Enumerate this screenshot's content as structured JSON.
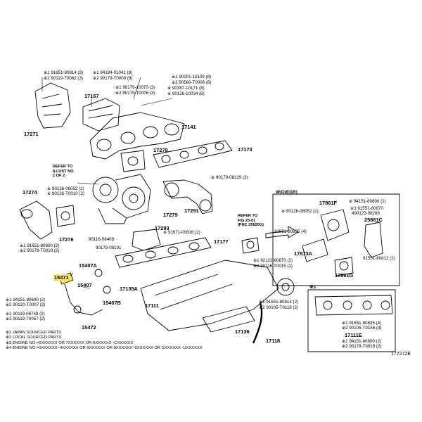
{
  "diagram": {
    "code": "177272E",
    "ref_illust": [
      "REFER TO",
      "ILLUST NO.",
      "2 OF 2"
    ],
    "ref_fig": [
      "REFER TO",
      "FIG 25-01",
      "(PNC 25620G)"
    ],
    "variant_label": "W/O(EGR)",
    "inset_mark": "※3",
    "highlight_color": "#ffe84d"
  },
  "callouts": {
    "c1": "※1 91651-80814 (3)",
    "c2": "※2 90119-T0062 (3)",
    "c3": "※1 94184-01041 (8)",
    "c4": "※2 90179-T0009 (8)",
    "c5": "※1 90201-10109 (8)",
    "c6": "※2 90560-T0006 (8)",
    "c7": "※1 90179-10070 (3)",
    "c8": "※2 90179-T0006 (3)",
    "c9": "※ 90387-10171 (8)",
    "c10": "※ 90126-10034 (8)",
    "c11": "※ 90179-08229 (3)",
    "c12": "※ 90126-08052 (2)",
    "c13": "※ 90126-T0010 (2)",
    "c14": "※1 91651-80800 (2)",
    "c15": "※2 90178-T0019 (2)",
    "c16": "※ 91671-00816 (2)",
    "c17": "90116-08408",
    "c18": "90179-08101",
    "c19": "※ 94151-80800 (2)",
    "c20": "※3 91551-80870",
    "c21": "※ 90126-08052 (2)",
    "c22": "490125-08286",
    "c23": "91551-80835 (4)",
    "c24": "91551-80812 (2)",
    "c25": "※1 92122-80870 (2)",
    "c26": "※2 90116-T0015 (2)",
    "c27": "※1 91551-80814 (2)",
    "c28": "※2 90105-T0118 (2)",
    "c29": "※1 94151-80600 (2)",
    "c30": "※2 90120-T0007 (2)",
    "c31": "※1 90119-06748 (2)",
    "c32": "※2 90119-T0057 (2)",
    "c33": "※1 91551-80835 (4)",
    "c34": "※2 90105-T0156 (4)",
    "c35": "※1 94151-80800 (2)",
    "c36": "※2 90178-T0019 (2)"
  },
  "parts": {
    "p17167": "17167",
    "p17271": "17271",
    "p17141": "17141",
    "p17278": "17278",
    "p17173": "17173",
    "p17274": "17274",
    "p17276": "17276",
    "p17279": "17279",
    "p17291": "17291",
    "p17293": "17293",
    "p17177": "17177",
    "p15471": "15471",
    "p15407A": "15407A",
    "p15407": "15407",
    "p17135A": "17135A",
    "p15407B": "15407B",
    "p17111": "17111",
    "p15472": "15472",
    "p17136": "17136",
    "p17118": "17118",
    "p17861F": "17861F",
    "p25861C": "25861C",
    "p17873A": "17873A",
    "p17861G": "17861G",
    "p17111E": "17111E"
  },
  "notes": [
    "※1 JAPAN SOURCED PARTS",
    "※2 LOCAL SOURCED PARTS",
    "※3 ENGINE NO.=5XXXXXX OR 7XXXXXX OR AXXXXXX~CXXXXXX",
    "※4 ENGINE NO.=0XXXXXX~4XXXXXX OR 6XXXXXX OR 8XXXXXX~9XXXXXX OR SXXXXXX~UXXXXXX"
  ]
}
